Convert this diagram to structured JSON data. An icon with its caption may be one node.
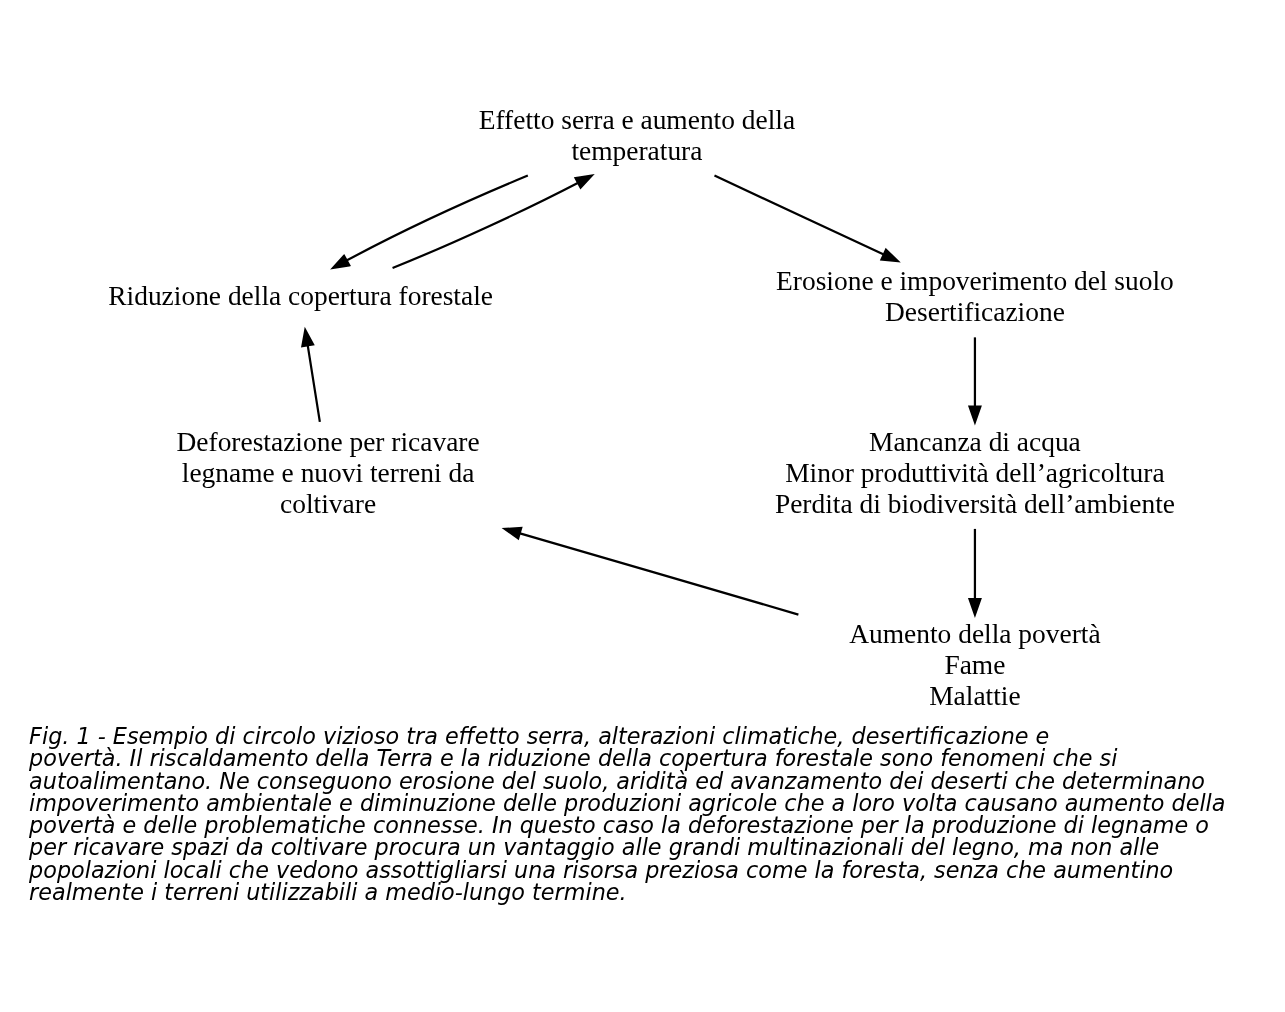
{
  "diagram": {
    "caption": "Fig. 1 - Esempio di circolo vizioso tra effetto serra, alterazioni climatiche, desertificazione e povertà. Il riscaldamento della Terra e la riduzione della copertura forestale sono fenomeni che si autoalimentano. Ne conseguono erosione del suolo, aridità ed avanzamento dei deserti che determinano impoverimento ambientale e diminuzione delle produzioni agricole che a loro volta causano aumento della povertà e delle problematiche connesse. In questo caso la deforestazione per la produzione di legname o per ricavare spazi da coltivare procura un vantaggio alle grandi multinazionali del legno, ma non alle popolazioni locali che vedono assottigliarsi una risorsa preziosa come la foresta, senza che aumentino realmente i terreni utilizzabili a medio-lungo termine.",
    "nodes": [
      {
        "text": [
          "Effetto serra e aumento della temperatura"
        ]
      },
      {
        "text": [
          "Riduzione della copertura forestale"
        ]
      },
      {
        "text": [
          "Erosione e impoverimento del suolo",
          "Desertificazione"
        ]
      },
      {
        "text": [
          "Deforestazione per ricavare legname e nuovi terreni da coltivare"
        ]
      },
      {
        "text": [
          "Mancanza di acqua",
          "Minor produttività dell’agricoltura",
          "Perdita di biodiversità dell’ambiente"
        ]
      },
      {
        "text": [
          "Aumento della povertà",
          "Fame",
          "Malattie"
        ]
      }
    ],
    "edges": [
      {
        "from": 1,
        "to": 0,
        "arrow": "to"
      },
      {
        "from": 0,
        "to": 1,
        "arrow": "to"
      },
      {
        "from": 0,
        "to": 2,
        "arrow": "to"
      },
      {
        "from": 2,
        "to": 4,
        "arrow": "to"
      },
      {
        "from": 4,
        "to": 5,
        "arrow": "to"
      },
      {
        "from": 5,
        "to": 3,
        "arrow": "to"
      },
      {
        "from": 3,
        "to": 1,
        "arrow": "to"
      }
    ]
  }
}
